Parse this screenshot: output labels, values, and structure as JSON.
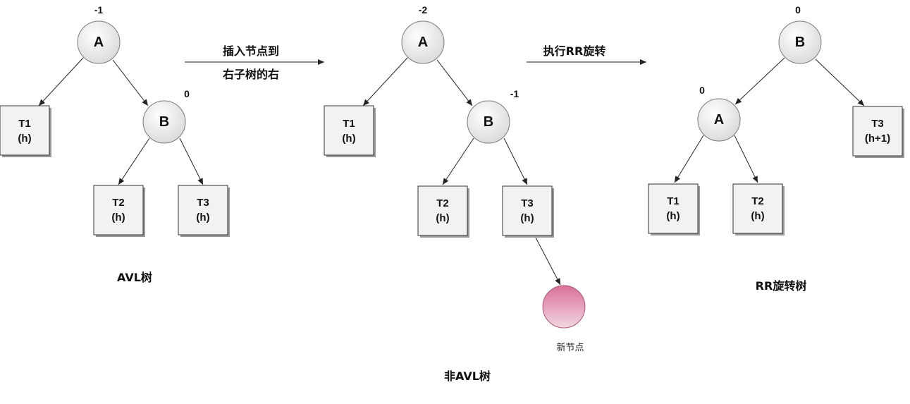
{
  "trees": [
    {
      "caption": "AVL树",
      "nodes": [
        {
          "id": "A",
          "label": "A",
          "bf": "-1"
        },
        {
          "id": "B",
          "label": "B",
          "bf": "0"
        }
      ],
      "boxes": [
        {
          "label1": "T1",
          "label2": "(h)"
        },
        {
          "label1": "T2",
          "label2": "(h)"
        },
        {
          "label1": "T3",
          "label2": "(h)"
        }
      ]
    },
    {
      "caption": "非AVL树",
      "nodes": [
        {
          "id": "A",
          "label": "A",
          "bf": "-2"
        },
        {
          "id": "B",
          "label": "B",
          "bf": "-1"
        }
      ],
      "boxes": [
        {
          "label1": "T1",
          "label2": "(h)"
        },
        {
          "label1": "T2",
          "label2": "(h)"
        },
        {
          "label1": "T3",
          "label2": "(h)"
        }
      ],
      "new_node_label": "新节点",
      "new_node_color": "#d9709a"
    },
    {
      "caption": "RR旋转树",
      "nodes": [
        {
          "id": "B",
          "label": "B",
          "bf": "0"
        },
        {
          "id": "A",
          "label": "A",
          "bf": "0"
        }
      ],
      "boxes": [
        {
          "label1": "T3",
          "label2": "(h+1)"
        },
        {
          "label1": "T1",
          "label2": "(h)"
        },
        {
          "label1": "T2",
          "label2": "(h)"
        }
      ]
    }
  ],
  "transitions": [
    {
      "line1": "插入节点到",
      "line2": "右子树的右"
    },
    {
      "line1": "执行RR旋转"
    }
  ]
}
